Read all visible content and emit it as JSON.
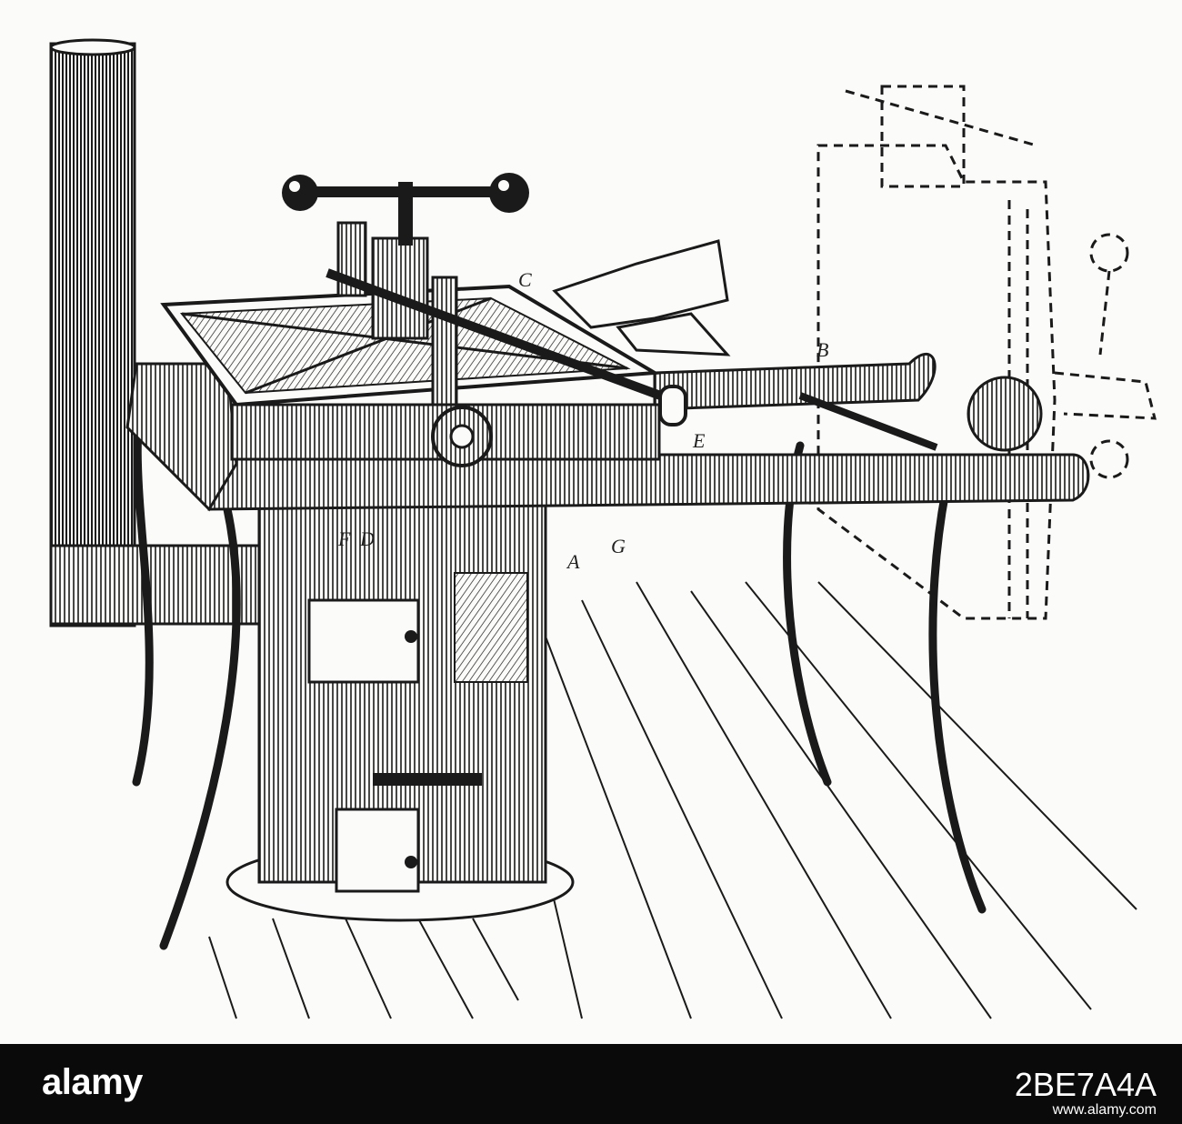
{
  "figure_labels": {
    "a": "A",
    "b": "B",
    "c": "C",
    "e": "E",
    "f": "F",
    "d": "D",
    "g": "G"
  },
  "footer": {
    "brand": "alamy",
    "image_id": "2BE7A4A",
    "url": "www.alamy.com"
  },
  "colors": {
    "ink": "#1a1a1a",
    "paper": "#fbfbf9",
    "footer_background": "#0a0a0a",
    "footer_text": "#ffffff"
  }
}
